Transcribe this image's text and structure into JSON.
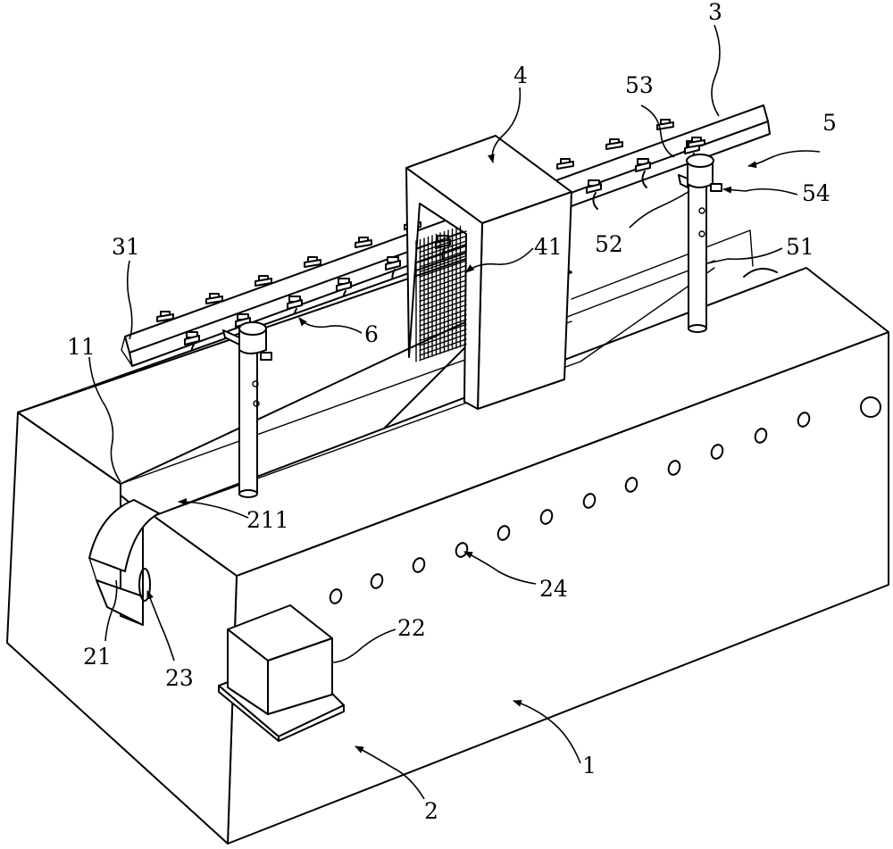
{
  "labels": {
    "l1": "1",
    "l2": "2",
    "l3": "3",
    "l4": "4",
    "l5": "5",
    "l6": "6",
    "l11": "11",
    "l21": "21",
    "l22": "22",
    "l23": "23",
    "l24": "24",
    "l31": "31",
    "l41": "41",
    "l51": "51",
    "l52": "52",
    "l53": "53",
    "l54": "54",
    "l211": "211"
  }
}
